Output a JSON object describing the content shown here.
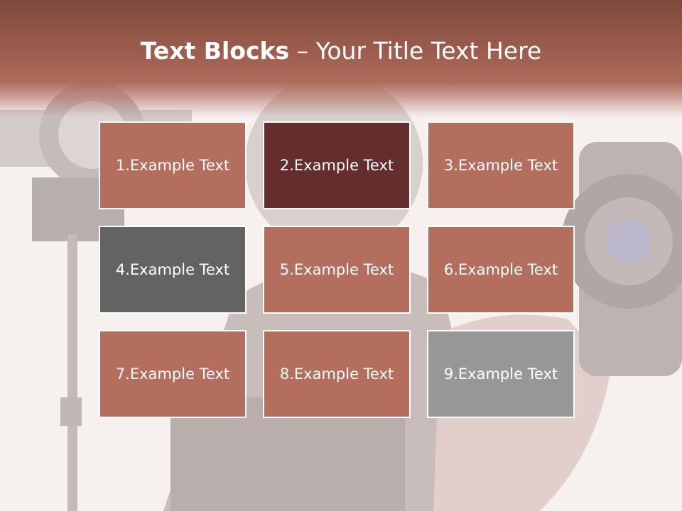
{
  "title": {
    "bold": "Text Blocks",
    "dash": " – ",
    "rest": "Your Title Text Here"
  },
  "colors": {
    "main": "#b46e5e",
    "dark": "#652d2d",
    "gray": "#636363",
    "lightgray": "#979797",
    "band": "#9a5b4c"
  },
  "blocks": [
    {
      "label": "1.Example Text",
      "color": "#b46e5e"
    },
    {
      "label": "2.Example Text",
      "color": "#652d2d"
    },
    {
      "label": "3.Example Text",
      "color": "#b46e5e"
    },
    {
      "label": "4.Example Text",
      "color": "#636363"
    },
    {
      "label": "5.Example Text",
      "color": "#b46e5e"
    },
    {
      "label": "6.Example Text",
      "color": "#b46e5e"
    },
    {
      "label": "7.Example Text",
      "color": "#b46e5e"
    },
    {
      "label": "8.Example Text",
      "color": "#b46e5e"
    },
    {
      "label": "9.Example Text",
      "color": "#979797"
    }
  ]
}
